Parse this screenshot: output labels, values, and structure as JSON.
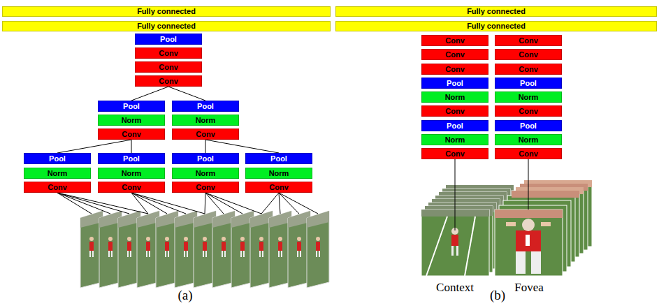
{
  "diagram": {
    "nodes": [
      {
        "text": [
          "Fully connected"
        ]
      },
      {
        "text": [
          "Fully connected"
        ]
      },
      {
        "text": [
          "Pool"
        ]
      },
      {
        "text": [
          "Conv"
        ]
      },
      {
        "text": [
          "Conv"
        ]
      },
      {
        "text": [
          "Conv"
        ]
      },
      {
        "text": [
          "Pool"
        ]
      },
      {
        "text": [
          "Pool"
        ]
      },
      {
        "text": [
          "Norm"
        ]
      },
      {
        "text": [
          "Norm"
        ]
      },
      {
        "text": [
          "Conv"
        ]
      },
      {
        "text": [
          "Conv"
        ]
      },
      {
        "text": [
          "Pool"
        ]
      },
      {
        "text": [
          "Pool"
        ]
      },
      {
        "text": [
          "Pool"
        ]
      },
      {
        "text": [
          "Pool"
        ]
      },
      {
        "text": [
          "Norm"
        ]
      },
      {
        "text": [
          "Norm"
        ]
      },
      {
        "text": [
          "Norm"
        ]
      },
      {
        "text": [
          "Norm"
        ]
      },
      {
        "text": [
          "Conv"
        ]
      },
      {
        "text": [
          "Conv"
        ]
      },
      {
        "text": [
          "Conv"
        ]
      },
      {
        "text": [
          "Conv"
        ]
      },
      {
        "text": [
          "Fully connected"
        ]
      },
      {
        "text": [
          "Fully connected"
        ]
      },
      {
        "text": [
          "Conv"
        ]
      },
      {
        "text": [
          "Conv"
        ]
      },
      {
        "text": [
          "Conv"
        ]
      },
      {
        "text": [
          "Conv"
        ]
      },
      {
        "text": [
          "Conv"
        ]
      },
      {
        "text": [
          "Conv"
        ]
      },
      {
        "text": [
          "Pool"
        ]
      },
      {
        "text": [
          "Pool"
        ]
      },
      {
        "text": [
          "Norm"
        ]
      },
      {
        "text": [
          "Norm"
        ]
      },
      {
        "text": [
          "Conv"
        ]
      },
      {
        "text": [
          "Conv"
        ]
      },
      {
        "text": [
          "Pool"
        ]
      },
      {
        "text": [
          "Pool"
        ]
      },
      {
        "text": [
          "Norm"
        ]
      },
      {
        "text": [
          "Norm"
        ]
      },
      {
        "text": [
          "Conv"
        ]
      },
      {
        "text": [
          "Conv"
        ]
      }
    ],
    "edges": [
      {
        "from": 5,
        "to": 6,
        "arrow": "none"
      },
      {
        "from": 5,
        "to": 7,
        "arrow": "none"
      },
      {
        "from": 10,
        "to": 12,
        "arrow": "none"
      },
      {
        "from": 10,
        "to": 13,
        "arrow": "none"
      },
      {
        "from": 11,
        "to": 14,
        "arrow": "none"
      },
      {
        "from": 11,
        "to": 15,
        "arrow": "none"
      }
    ],
    "labels": [
      "Context",
      "Fovea",
      "(a)",
      "(b)"
    ]
  }
}
